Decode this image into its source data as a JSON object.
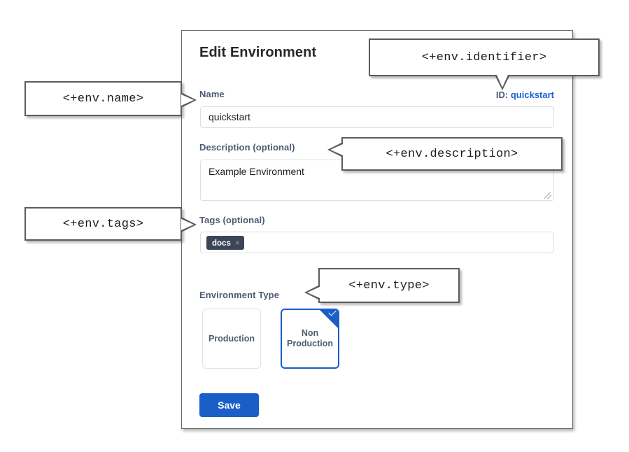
{
  "panel": {
    "title": "Edit Environment",
    "name": {
      "label": "Name",
      "value": "quickstart"
    },
    "identifier": {
      "prefix": "ID:",
      "value": "quickstart"
    },
    "description": {
      "label": "Description (optional)",
      "value": "Example Environment"
    },
    "tags": {
      "label": "Tags (optional)",
      "chips": [
        {
          "text": "docs",
          "remove_glyph": "×"
        }
      ]
    },
    "environment_type": {
      "label": "Environment Type",
      "options": [
        {
          "label": "Production",
          "selected": false
        },
        {
          "label": "Non Production",
          "selected": true
        }
      ],
      "option_0_label": "Production",
      "option_1_line1": "Non",
      "option_1_line2": "Production"
    },
    "save_label": "Save"
  },
  "callouts": {
    "name": "<+env.name>",
    "identifier": "<+env.identifier>",
    "description": "<+env.description>",
    "tags": "<+env.tags>",
    "type": "<+env.type>"
  },
  "colors": {
    "accent_blue": "#1a5fc8",
    "link_blue": "#1a64d4",
    "label_slate": "#4d5c70",
    "chip_dark": "#3b4555",
    "panel_border": "#6b6b6b",
    "callout_border": "#5c5c5c",
    "input_border": "#dcdfe4"
  }
}
